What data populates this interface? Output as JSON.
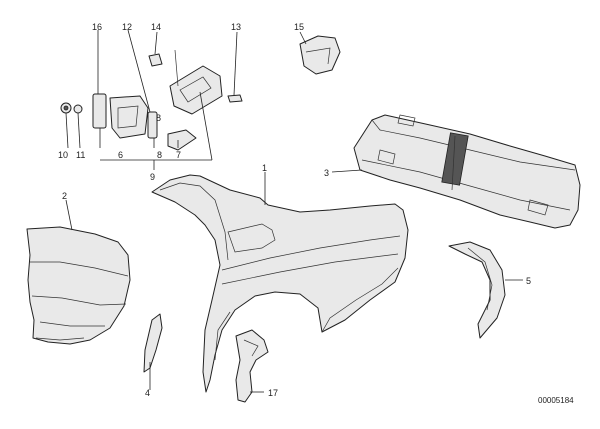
{
  "callouts": {
    "c1": "1",
    "c2": "2",
    "c3": "3",
    "c4": "4",
    "c5": "5",
    "c6": "6",
    "c7": "7",
    "c8": "8",
    "c8b": "8",
    "c9": "9",
    "c10": "10",
    "c11": "11",
    "c12": "12",
    "c13": "13",
    "c14": "14",
    "c15": "15",
    "c16": "16",
    "c17": "17"
  },
  "diagram_code": "00005184"
}
